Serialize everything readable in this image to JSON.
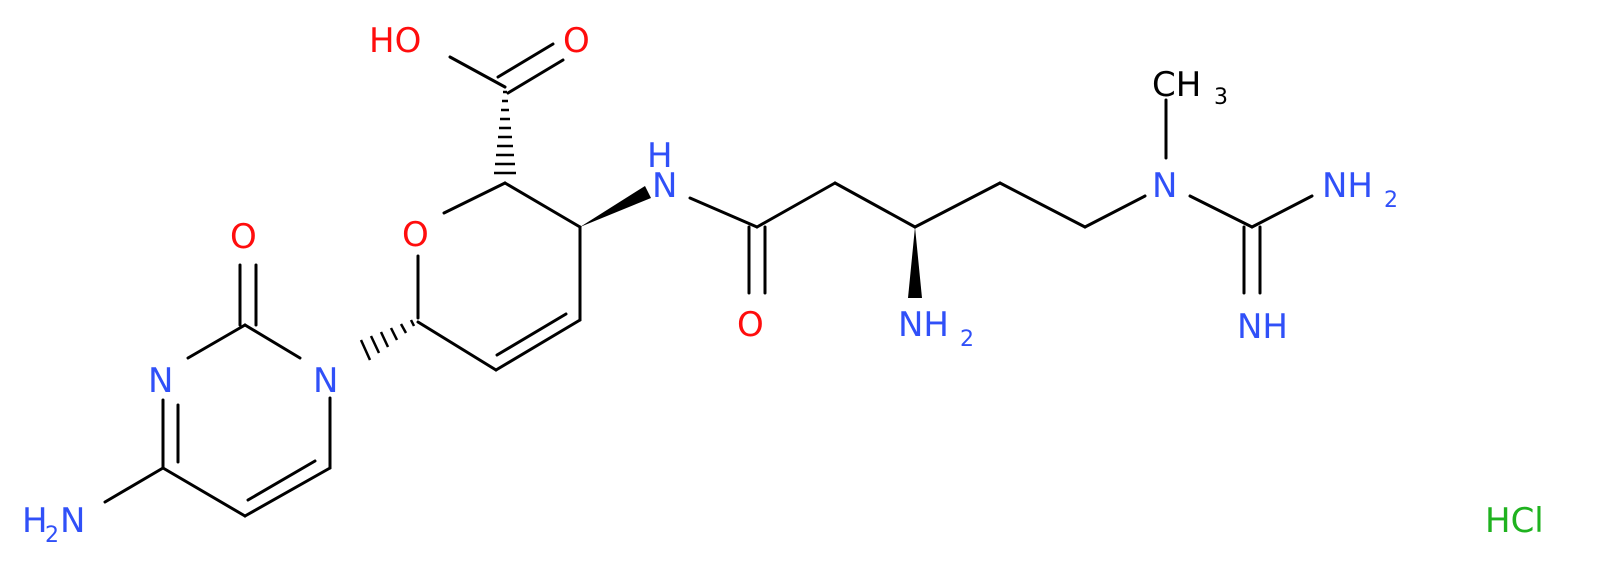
{
  "molecule": {
    "colors": {
      "bond": "#000000",
      "oxygen": "#ff0d0d",
      "nitrogen": "#3050f8",
      "chlorine": "#1fb21f"
    },
    "atoms": {
      "ho": "HO",
      "o_carbonyl_acid": "O",
      "o_ring": "O",
      "o_pyrimidinone": "O",
      "o_amide": "O",
      "nh_amide": "H",
      "nh_amide_n": "N",
      "n_pyrimidine": "N",
      "n1_pyrimidine": "N",
      "nh2_left": {
        "main": "H",
        "sub": "2",
        "tail": "N"
      },
      "nh2_chain": {
        "main": "NH",
        "sub": "2"
      },
      "nh2_guanidine": {
        "main": "NH",
        "sub": "2"
      },
      "n_methyl": "N",
      "ch3": {
        "main": "CH",
        "sub": "3"
      },
      "nh_imine": "NH"
    },
    "salt": "HCl"
  }
}
